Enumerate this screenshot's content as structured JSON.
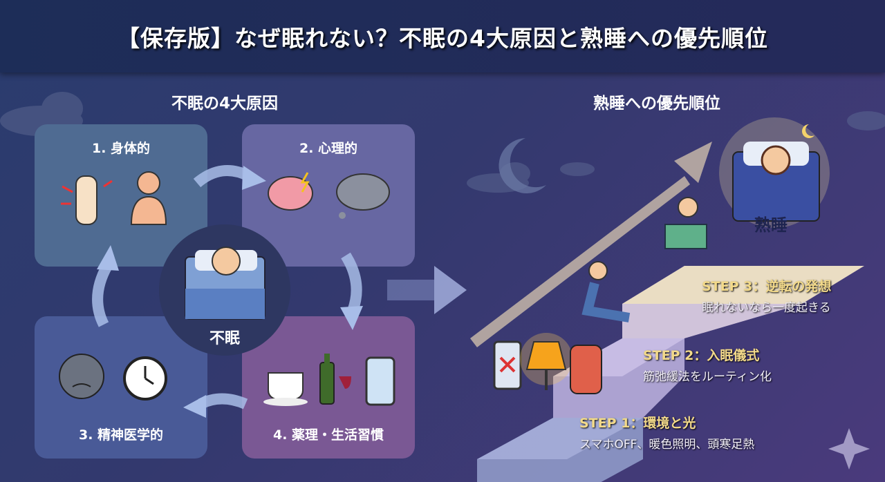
{
  "title": "【保存版】なぜ眠れない？不眠の4大原因と熟睡への優先順位",
  "causes": {
    "heading": "不眠の4大原因",
    "center_label": "不眠",
    "items": [
      {
        "label": "1. 身体的",
        "color": "#4f6b92"
      },
      {
        "label": "2. 心理的",
        "color": "#6767a2"
      },
      {
        "label": "3. 精神医学的",
        "color": "#495a97"
      },
      {
        "label": "4. 薬理・生活習慣",
        "color": "#7a5894"
      }
    ]
  },
  "priority": {
    "heading": "熟睡への優先順位",
    "goal_label": "熟睡",
    "steps": [
      {
        "title": "STEP 1：環境と光",
        "desc": "スマホOFF、暖色照明、頭寒足熱"
      },
      {
        "title": "STEP 2：入眠儀式",
        "desc": "筋弛緩法をルーティン化"
      },
      {
        "title": "STEP 3：逆転の発想",
        "desc": "眠れないなら一度起きる"
      }
    ]
  },
  "colors": {
    "accent": "#f2d98a",
    "title_bg": "#1d2d58"
  }
}
